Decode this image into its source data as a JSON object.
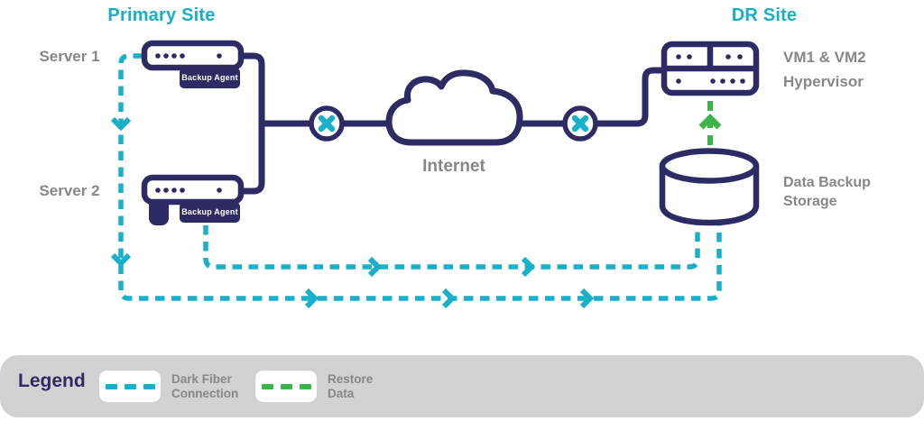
{
  "diagram": {
    "primary_site_title": "Primary Site",
    "dr_site_title": "DR Site",
    "server1_label": "Server 1",
    "server2_label": "Server 2",
    "backup_agent_badge": "Backup Agent",
    "internet_label": "Internet",
    "vm_label": "VM1 & VM2",
    "hypervisor_label": "Hypervisor",
    "storage_label_line1": "Data Backup",
    "storage_label_line2": "Storage"
  },
  "legend": {
    "title": "Legend",
    "items": [
      {
        "name": "dark-fiber-connection",
        "label_line1": "Dark Fiber",
        "label_line2": "Connection",
        "color": "#1ab0c9",
        "style": "dashed"
      },
      {
        "name": "restore-data",
        "label_line1": "Restore",
        "label_line2": "Data",
        "color": "#3bb54a",
        "style": "dashed"
      }
    ]
  },
  "colors": {
    "navy": "#2d2a64",
    "cyan": "#1ab0c9",
    "green": "#3bb54a",
    "label_gray": "#87878b",
    "site_title_cyan": "#17aec9",
    "legend_bar_gray": "#d2d2d4"
  }
}
